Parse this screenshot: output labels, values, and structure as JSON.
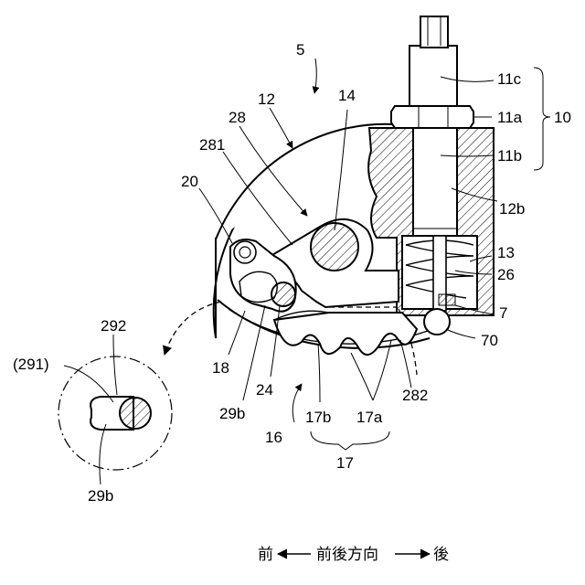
{
  "figure": {
    "labels": {
      "l5": "5",
      "l12": "12",
      "l14": "14",
      "l28": "28",
      "l281": "281",
      "l20": "20",
      "l11c": "11c",
      "l11a": "11a",
      "l11b": "11b",
      "l10": "10",
      "l12b": "12b",
      "l13": "13",
      "l26": "26",
      "l7": "7",
      "l70": "70",
      "l292": "292",
      "l291": "(291)",
      "l18": "18",
      "l24": "24",
      "l29b_main": "29b",
      "l29b_detail": "29b",
      "l16": "16",
      "l17b": "17b",
      "l17a": "17a",
      "l17": "17",
      "l282": "282"
    },
    "direction": {
      "front": "前",
      "rear": "後",
      "axis": "前後方向"
    }
  }
}
